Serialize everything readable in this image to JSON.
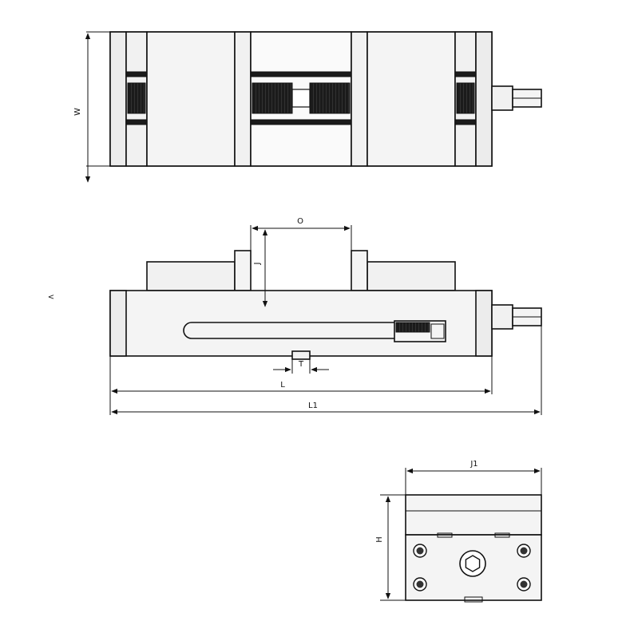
{
  "labels": {
    "W": "W",
    "O": "O",
    "J": "J",
    "T": "T",
    "L": "L",
    "L1": "L1",
    "J1": "J1",
    "H": "H",
    "stray_mark": "<"
  },
  "colors": {
    "line": "#111111",
    "face_light": "#f1f1f1",
    "face_mid": "#e6e6e6",
    "thread": "#1b1b1b",
    "background": "#ffffff"
  },
  "icons": [
    "arrow-head",
    "thread-hatch",
    "bolt-head",
    "hex-socket"
  ]
}
